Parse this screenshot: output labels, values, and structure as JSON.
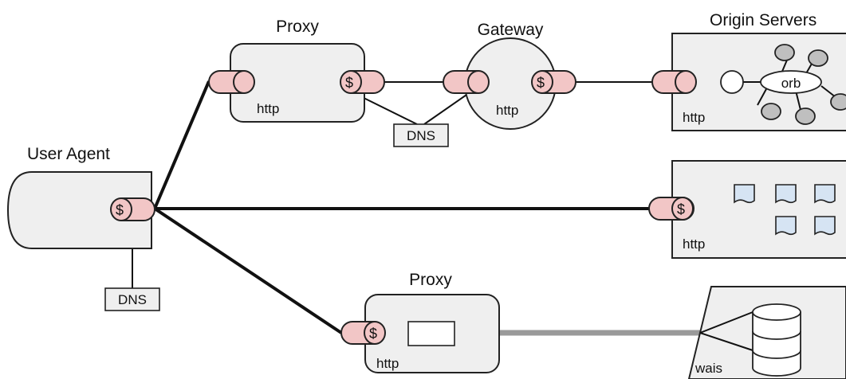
{
  "labels": {
    "user_agent": "User Agent",
    "proxy_top": "Proxy",
    "gateway": "Gateway",
    "origin_servers": "Origin Servers",
    "proxy_bottom": "Proxy"
  },
  "protocols": {
    "proxy_top": "http",
    "gateway": "http",
    "origin_1": "http",
    "origin_2": "http",
    "proxy_bottom": "http",
    "origin_3": "wais"
  },
  "dns": {
    "top": "DNS",
    "user_agent": "DNS"
  },
  "orb": "orb",
  "cache_symbol": "$",
  "colors": {
    "node_fill": "#efefef",
    "connector_fill": "#f2c6c6",
    "document_fill": "#d6e4f3",
    "orb_node_fill": "#bfbfbf",
    "gray_link": "#9a9a9a"
  }
}
